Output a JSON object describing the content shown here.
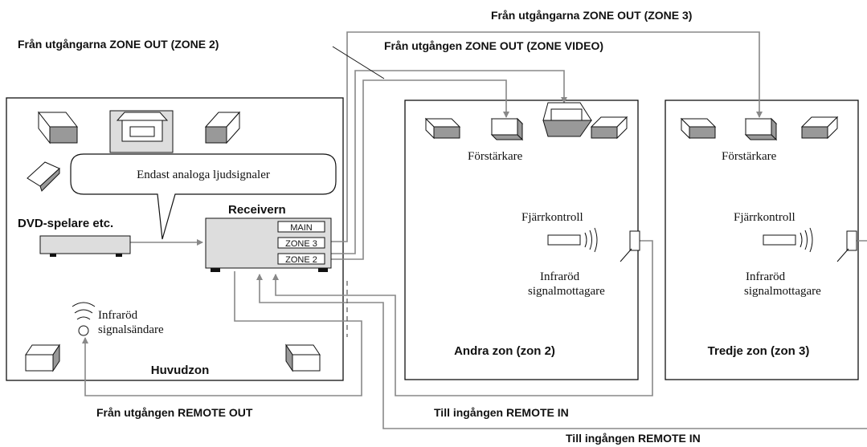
{
  "labels": {
    "from_zone3": "Från utgångarna ZONE OUT (ZONE 3)",
    "from_zone2": "Från utgångarna ZONE OUT (ZONE 2)",
    "from_zone_video": "Från utgången ZONE OUT (ZONE VIDEO)",
    "from_remote_out": "Från utgången REMOTE OUT",
    "to_remote_in_1": "Till ingången REMOTE IN",
    "to_remote_in_2": "Till ingången REMOTE IN"
  },
  "main_zone": {
    "name": "Huvudzon",
    "speech_bubble": "Endast analoga ljudsignaler",
    "dvd_player": "DVD-spelare etc.",
    "receiver": {
      "title": "Receivern",
      "outputs": [
        "MAIN",
        "ZONE 3",
        "ZONE 2"
      ]
    },
    "ir_emitter": [
      "Infraröd",
      "signalsändare"
    ]
  },
  "zone2": {
    "name": "Andra zon (zon 2)",
    "amplifier": "Förstärkare",
    "remote": "Fjärrkontroll",
    "ir_receiver": [
      "Infraröd",
      "signalmottagare"
    ]
  },
  "zone3": {
    "name": "Tredje zon (zon 3)",
    "amplifier": "Förstärkare",
    "remote": "Fjärrkontroll",
    "ir_receiver": [
      "Infraröd",
      "signalmottagare"
    ]
  }
}
